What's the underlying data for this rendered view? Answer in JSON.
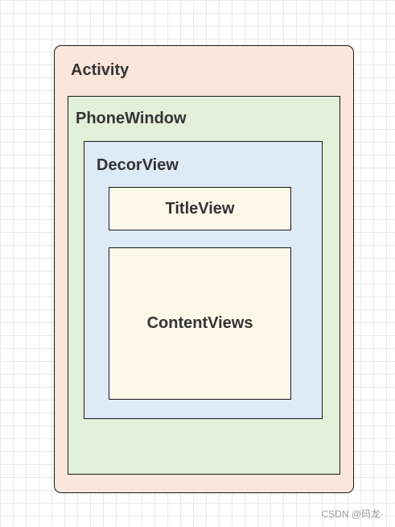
{
  "diagram": {
    "activity": {
      "label": "Activity",
      "fill": "#fae5db"
    },
    "phone_window": {
      "label": "PhoneWindow",
      "fill": "#e2efd9"
    },
    "decor_view": {
      "label": "DecorView",
      "fill": "#deeaf6"
    },
    "title_view": {
      "label": "TitleView",
      "fill": "#fdf9ea"
    },
    "content_views": {
      "label": "ContentViews",
      "fill": "#fdf9ea"
    }
  },
  "watermark": "CSDN @码龙·"
}
